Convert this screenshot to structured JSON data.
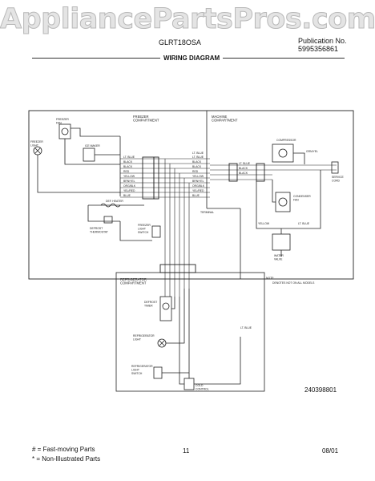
{
  "watermark": "AppliancePartsPros.com",
  "header": {
    "model": "GLRT18OSA",
    "publication_label": "Publication No.",
    "publication_number": "5995356861",
    "section_title": "WIRING DIAGRAM"
  },
  "diagram": {
    "freezer_compartment": "FREEZER\nCOMPARTMENT",
    "machine_compartment": "MACHINE\nCOMPARTMENT",
    "refrigerator_compartment": "REFRIGERATOR\nCOMPARTMENT",
    "freezer_fan": "FREEZER\nFAN",
    "freezer_light": "FREEZER\nLIGHT",
    "ice_maker": "ICE MAKER",
    "compressor": "COMPRESSOR",
    "condenser_fan": "CONDENSER\nFAN",
    "service_cord": "SERVICE\nCORD",
    "defrost_timer": "DEFROST\nTIMER",
    "freezer_light_switch": "FREEZER\nLIGHT\nSWITCH",
    "defrost_thermostat": "DEFROST\nTHERMOSTAT",
    "defrost_heater": "DEF. HEATER",
    "water_valve": "WATER\nVALVE",
    "refrigerator_light": "REFRIGERATOR\nLIGHT",
    "refrigerator_light_switch": "REFRIGERATOR\nLIGHT\nSWITCH",
    "cold_control": "COLD\nCONTROL",
    "terminal_block": "TERMINAL",
    "note_label": "NOTE:",
    "note_text": "DENOTES NOT ON ALL MODELS",
    "wire_colors_left": [
      "LT. BLUE",
      "BLACK",
      "BLACK",
      "RED",
      "YELLOW",
      "BRN/YEL",
      "ORG/BLK",
      "YEL/RED",
      "BLUE"
    ],
    "wire_colors_right": [
      "LT. BLUE",
      "LT. BLUE",
      "BLACK",
      "BLACK",
      "RED",
      "YELLOW",
      "BRN/YEL",
      "ORG/BLK",
      "YEL/RED",
      "BLUE"
    ],
    "machine_wires": [
      "LT. BLUE",
      "BLACK",
      "BLACK",
      "YELLOW",
      "LT. BLUE",
      "GRN/YEL"
    ]
  },
  "footer": {
    "document_number": "240398801",
    "fast_moving": "# = Fast-moving Parts",
    "non_illustrated": "* = Non-Illustrated Parts",
    "page_number": "11",
    "date": "08/01"
  }
}
